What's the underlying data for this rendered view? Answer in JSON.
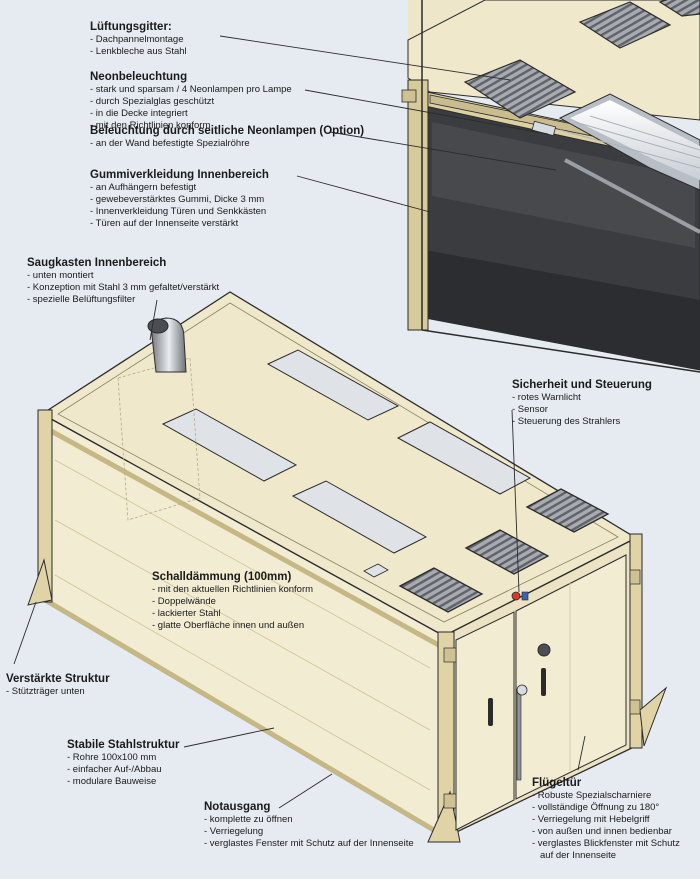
{
  "colors": {
    "background": "#e6ebf1",
    "frame": "#e0d3a6",
    "panel": "#f2ecd2",
    "outline": "#2b2b2b",
    "grille": "#8e9298",
    "vent_plate": "#dfe3e8",
    "interior": "#3a3c3f",
    "warning_light": "#d83a2a"
  },
  "callouts": {
    "lueftungsgitter": {
      "title": "Lüftungsgitter:",
      "items": [
        "- Dachpannelmontage",
        "- Lenkbleche aus Stahl"
      ]
    },
    "neonbeleuchtung": {
      "title": "Neonbeleuchtung",
      "items": [
        "- stark und sparsam / 4 Neonlampen pro Lampe",
        "- durch Spezialglas geschützt",
        "- in die Decke integriert",
        "- mit den Richtlinien konform"
      ]
    },
    "seitliche_neonlampen": {
      "title": "Beleuchtung durch seitliche Neonlampen (Option)",
      "items": [
        "- an der Wand befestigte Spezialröhre"
      ]
    },
    "gummiverkleidung": {
      "title": "Gummiverkleidung Innenbereich",
      "items": [
        "- an Aufhängern befestigt",
        "- gewebeverstärktes Gummi, Dicke 3 mm",
        "- Innenverkleidung Türen und Senkkästen",
        "- Türen auf der Innenseite verstärkt"
      ]
    },
    "saugkasten": {
      "title": "Saugkasten Innenbereich",
      "items": [
        "- unten montiert",
        "- Konzeption mit Stahl 3 mm gefaltet/verstärkt",
        "- spezielle Belüftungsfilter"
      ]
    },
    "sicherheit": {
      "title": "Sicherheit und Steuerung",
      "items": [
        "- rotes Warnlicht",
        "- Sensor",
        "- Steuerung des Strahlers"
      ]
    },
    "schalldaemmung": {
      "title": "Schalldämmung (100mm)",
      "items": [
        "- mit den aktuellen Richtlinien konform",
        "- Doppelwände",
        "- lackierter Stahl",
        "- glatte Oberfläche innen und außen"
      ]
    },
    "verstaerkte_struktur": {
      "title": "Verstärkte Struktur",
      "items": [
        "- Stützträger unten"
      ]
    },
    "stahlstruktur": {
      "title": "Stabile Stahlstruktur",
      "items": [
        "- Rohre 100x100 mm",
        "- einfacher Auf-/Abbau",
        "- modulare Bauweise"
      ]
    },
    "notausgang": {
      "title": "Notausgang",
      "items": [
        "- komplette zu öffnen",
        "- Verriegelung",
        "- verglastes Fenster mit Schutz auf der Innenseite"
      ]
    },
    "fluegeltuer": {
      "title": "Flügeltür",
      "items": [
        "- Robuste Spezialscharniere",
        "- vollständige Öffnung zu 180°",
        "- Verriegelung mit Hebelgriff",
        "- von außen und innen bedienbar",
        "- verglastes Blickfenster mit Schutz",
        "auf der Innenseite"
      ]
    }
  }
}
